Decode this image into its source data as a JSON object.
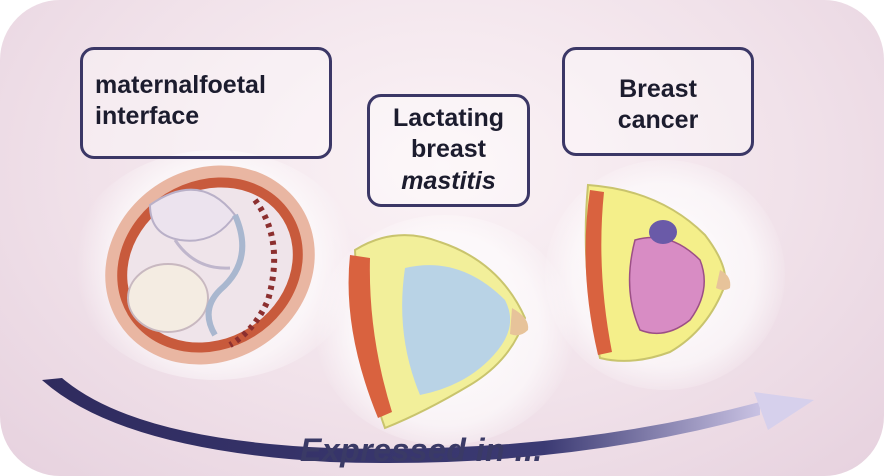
{
  "labels": {
    "maternal_line1": "maternalfoetal",
    "maternal_line2": "interface",
    "lactating_line1": "Lactating",
    "lactating_line2": "breast",
    "lactating_line3": "mastitis",
    "cancer_line1": "Breast",
    "cancer_line2": "cancer"
  },
  "caption": "Expressed in ...",
  "colors": {
    "box_border": "#3b3766",
    "arrow": "#2f2b5e",
    "caption": "#3a3a66",
    "tissue_yellow": "#f4ef8a",
    "muscle_red": "#d9623f",
    "tumor_pink": "#d88cc4",
    "milk_blue": "#b9d3e6"
  },
  "icons": [
    "uterus-fetus-illustration",
    "lactating-breast-illustration",
    "breast-cancer-illustration",
    "curved-arrow"
  ]
}
